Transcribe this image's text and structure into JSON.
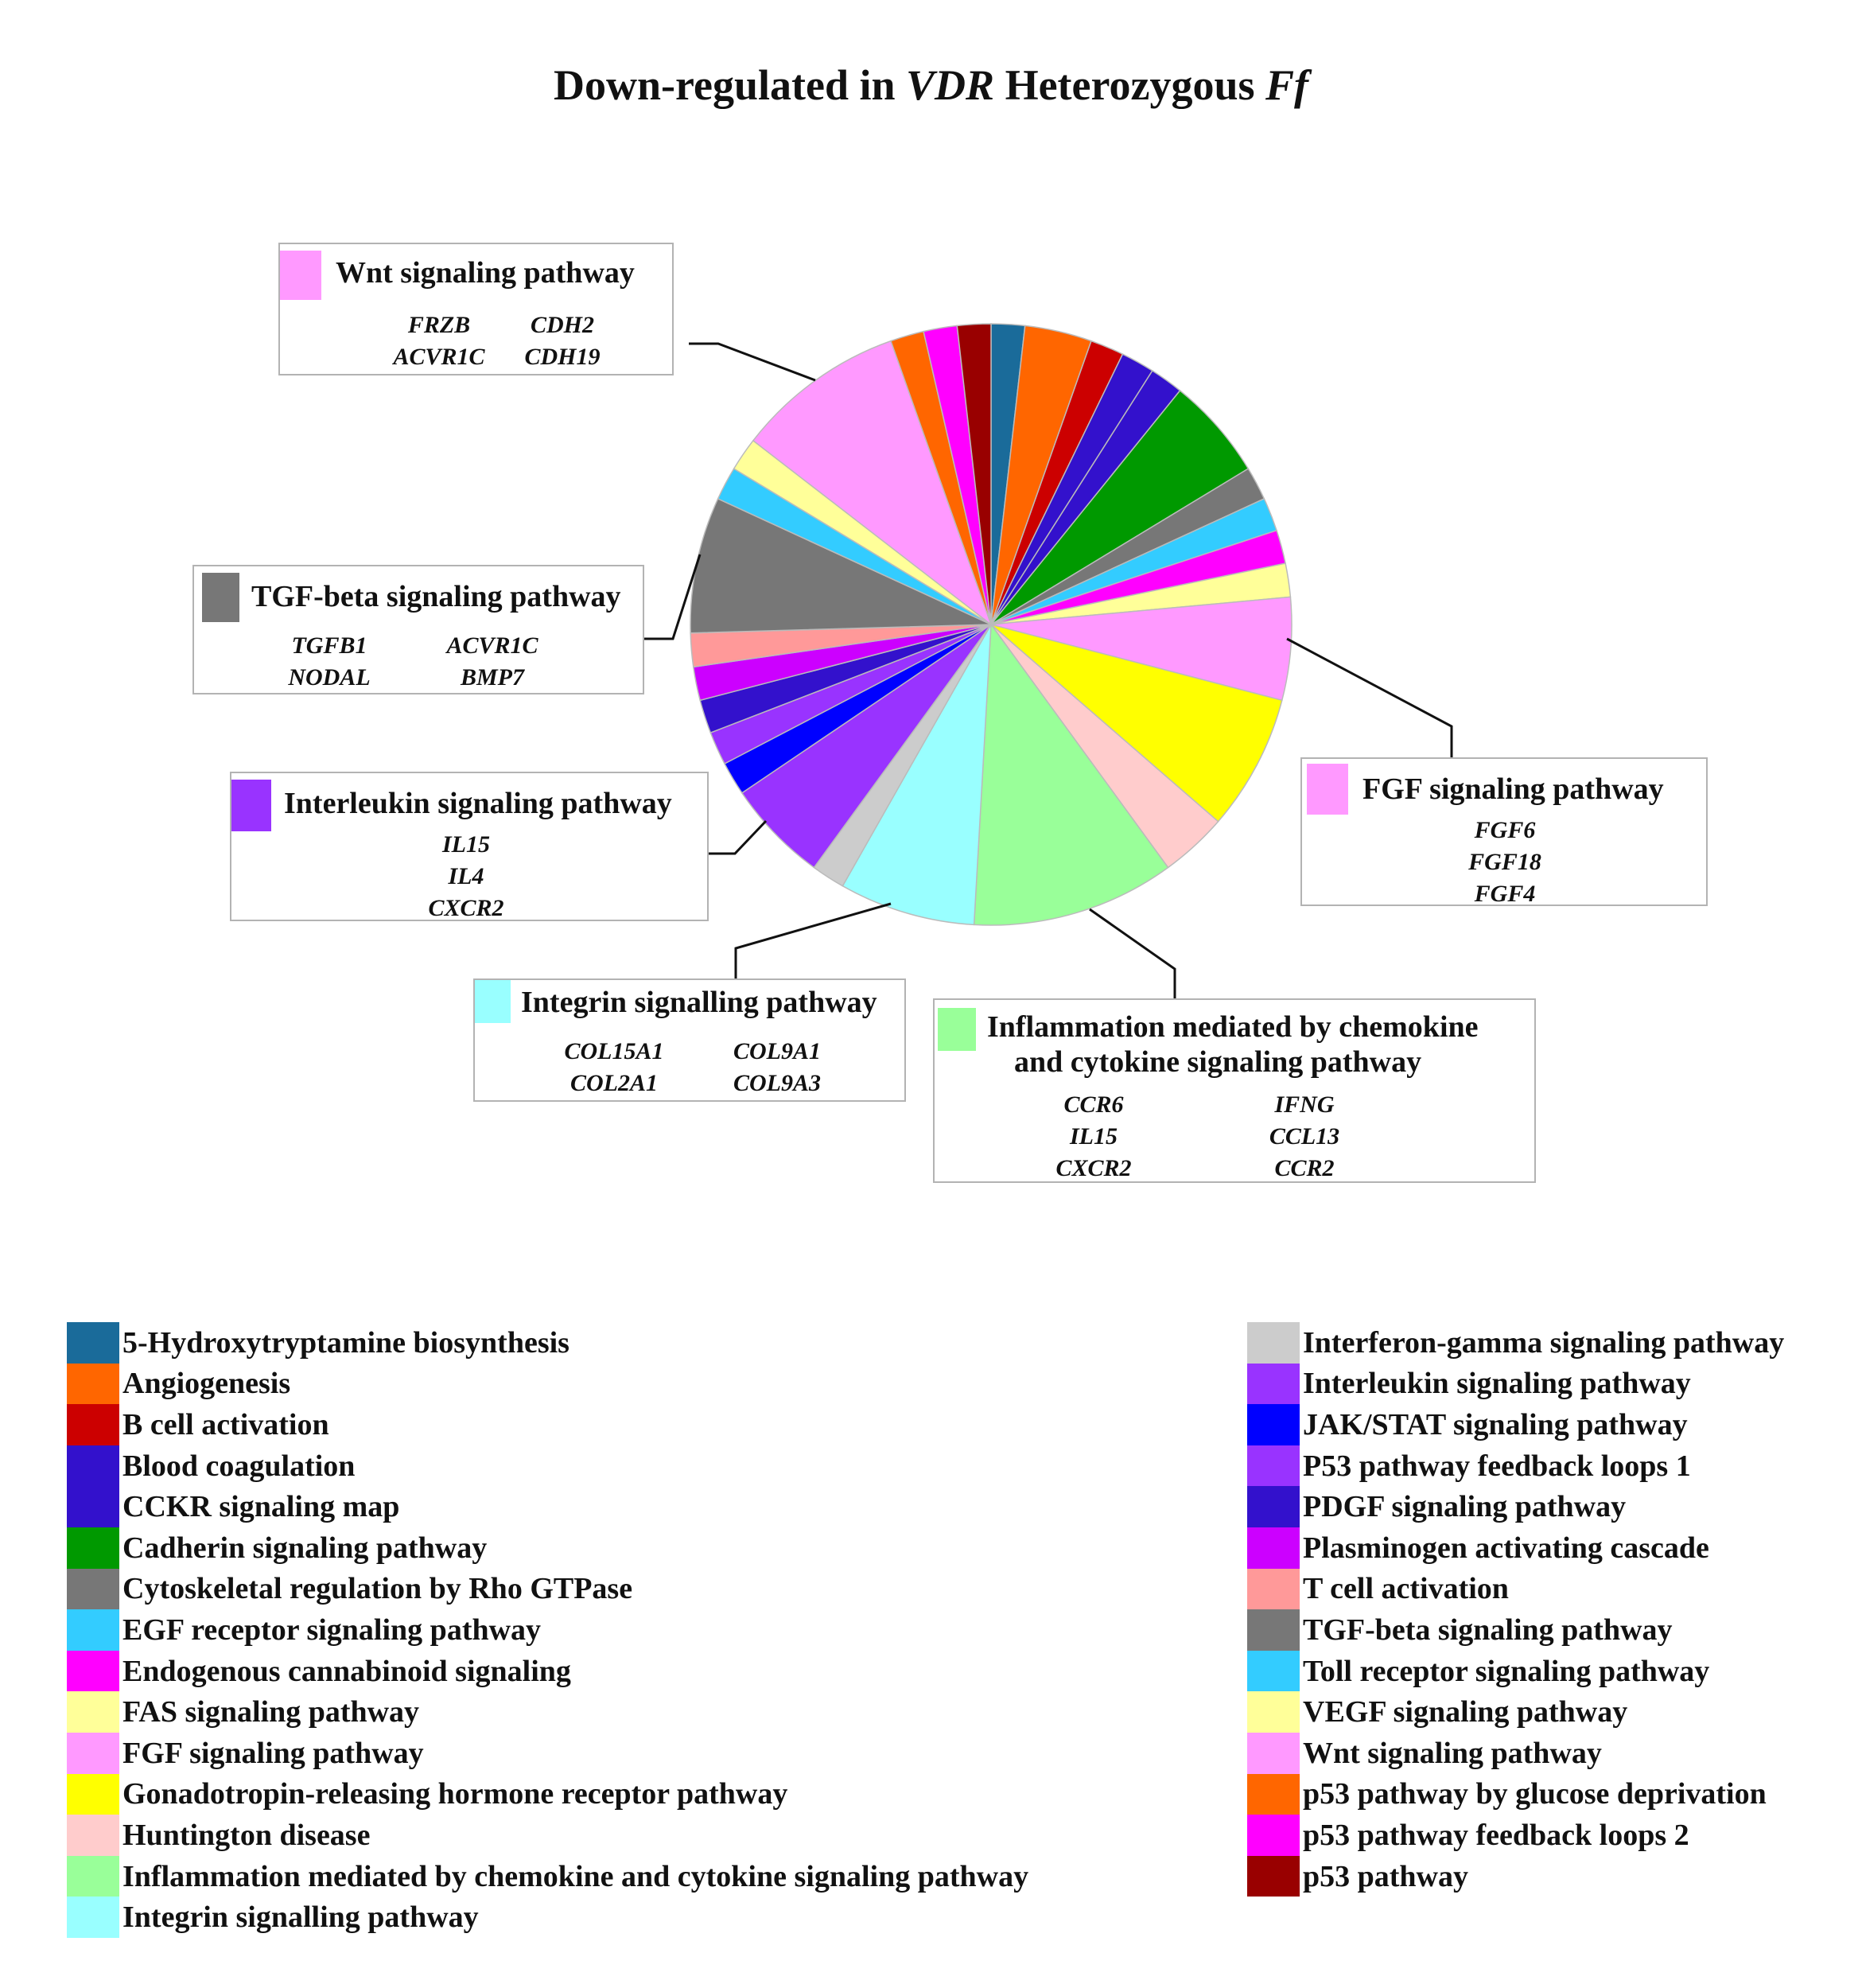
{
  "title": {
    "main": "Down-regulated in ",
    "gene": "VDR",
    "mid": " Heterozygous ",
    "suffix": "Ff"
  },
  "chart_data": {
    "type": "pie",
    "title": "Down-regulated in VDR Heterozygous Ff",
    "slices": [
      {
        "label": "5-Hydroxytryptamine biosynthesis",
        "value": 1.7,
        "color": "#1a6b9a"
      },
      {
        "label": "Angiogenesis",
        "value": 3.4,
        "color": "#ff6600"
      },
      {
        "label": "B cell activation",
        "value": 1.7,
        "color": "#cc0000"
      },
      {
        "label": "Blood coagulation",
        "value": 1.7,
        "color": "#3311cc"
      },
      {
        "label": "CCKR signaling map",
        "value": 1.7,
        "color": "#3311cc"
      },
      {
        "label": "Cadherin signaling pathway",
        "value": 5.2,
        "color": "#009900"
      },
      {
        "label": "Cytoskeletal regulation by Rho GTPase",
        "value": 1.7,
        "color": "#777777"
      },
      {
        "label": "EGF receptor signaling pathway",
        "value": 1.7,
        "color": "#33ccff"
      },
      {
        "label": "Endogenous cannabinoid signaling",
        "value": 1.7,
        "color": "#ff00ff"
      },
      {
        "label": "FAS signaling pathway",
        "value": 1.7,
        "color": "#ffff99"
      },
      {
        "label": "FGF signaling pathway",
        "value": 5.2,
        "color": "#ff99ff"
      },
      {
        "label": "Gonadotropin-releasing hormone receptor pathway",
        "value": 6.9,
        "color": "#ffff00"
      },
      {
        "label": "Huntington disease",
        "value": 3.4,
        "color": "#ffcccc"
      },
      {
        "label": "Inflammation mediated by chemokine and cytokine signaling pathway",
        "value": 10.3,
        "color": "#99ff99"
      },
      {
        "label": "Integrin signalling pathway",
        "value": 6.9,
        "color": "#99ffff"
      },
      {
        "label": "Interferon-gamma signaling pathway",
        "value": 1.7,
        "color": "#cccccc"
      },
      {
        "label": "Interleukin signaling pathway",
        "value": 5.2,
        "color": "#9933ff"
      },
      {
        "label": "JAK/STAT signaling pathway",
        "value": 1.7,
        "color": "#0000ff"
      },
      {
        "label": "P53 pathway feedback loops 1",
        "value": 1.7,
        "color": "#9933ff"
      },
      {
        "label": "PDGF signaling pathway",
        "value": 1.7,
        "color": "#3311cc"
      },
      {
        "label": "Plasminogen activating cascade",
        "value": 1.7,
        "color": "#cc00ff"
      },
      {
        "label": "T cell activation",
        "value": 1.7,
        "color": "#ff9999"
      },
      {
        "label": "TGF-beta signaling pathway",
        "value": 6.9,
        "color": "#777777"
      },
      {
        "label": "Toll receptor signaling pathway",
        "value": 1.7,
        "color": "#33ccff"
      },
      {
        "label": "VEGF signaling pathway",
        "value": 1.7,
        "color": "#ffff99"
      },
      {
        "label": "Wnt signaling pathway",
        "value": 8.6,
        "color": "#ff99ff"
      },
      {
        "label": "p53 pathway by glucose deprivation",
        "value": 1.7,
        "color": "#ff6600"
      },
      {
        "label": "p53 pathway feedback loops 2",
        "value": 1.7,
        "color": "#ff00ff"
      },
      {
        "label": "p53 pathway",
        "value": 1.7,
        "color": "#990000"
      }
    ],
    "legend_placement": "bottom"
  },
  "callouts": [
    {
      "id": "wnt",
      "title": "Wnt signaling pathway",
      "color": "#ff99ff",
      "genes": [
        "FRZB",
        "CDH2",
        "ACVR1C",
        "CDH19"
      ]
    },
    {
      "id": "tgf",
      "title": "TGF-beta signaling pathway",
      "color": "#777777",
      "genes": [
        "TGFB1",
        "ACVR1C",
        "NODAL",
        "BMP7"
      ]
    },
    {
      "id": "interleukin",
      "title": "Interleukin signaling pathway",
      "color": "#9933ff",
      "genes": [
        "IL15",
        "IL4",
        "CXCR2"
      ]
    },
    {
      "id": "integrin",
      "title": "Integrin signalling pathway",
      "color": "#99ffff",
      "genes": [
        "COL15A1",
        "COL9A1",
        "COL2A1",
        "COL9A3"
      ]
    },
    {
      "id": "inflammation",
      "title_lines": [
        "Inflammation mediated by chemokine",
        "and cytokine signaling pathway"
      ],
      "color": "#99ff99",
      "genes": [
        "CCR6",
        "IFNG",
        "IL15",
        "CCL13",
        "CXCR2",
        "CCR2"
      ]
    },
    {
      "id": "fgf",
      "title": "FGF signaling pathway",
      "color": "#ff99ff",
      "genes": [
        "FGF6",
        "FGF18",
        "FGF4"
      ]
    }
  ]
}
